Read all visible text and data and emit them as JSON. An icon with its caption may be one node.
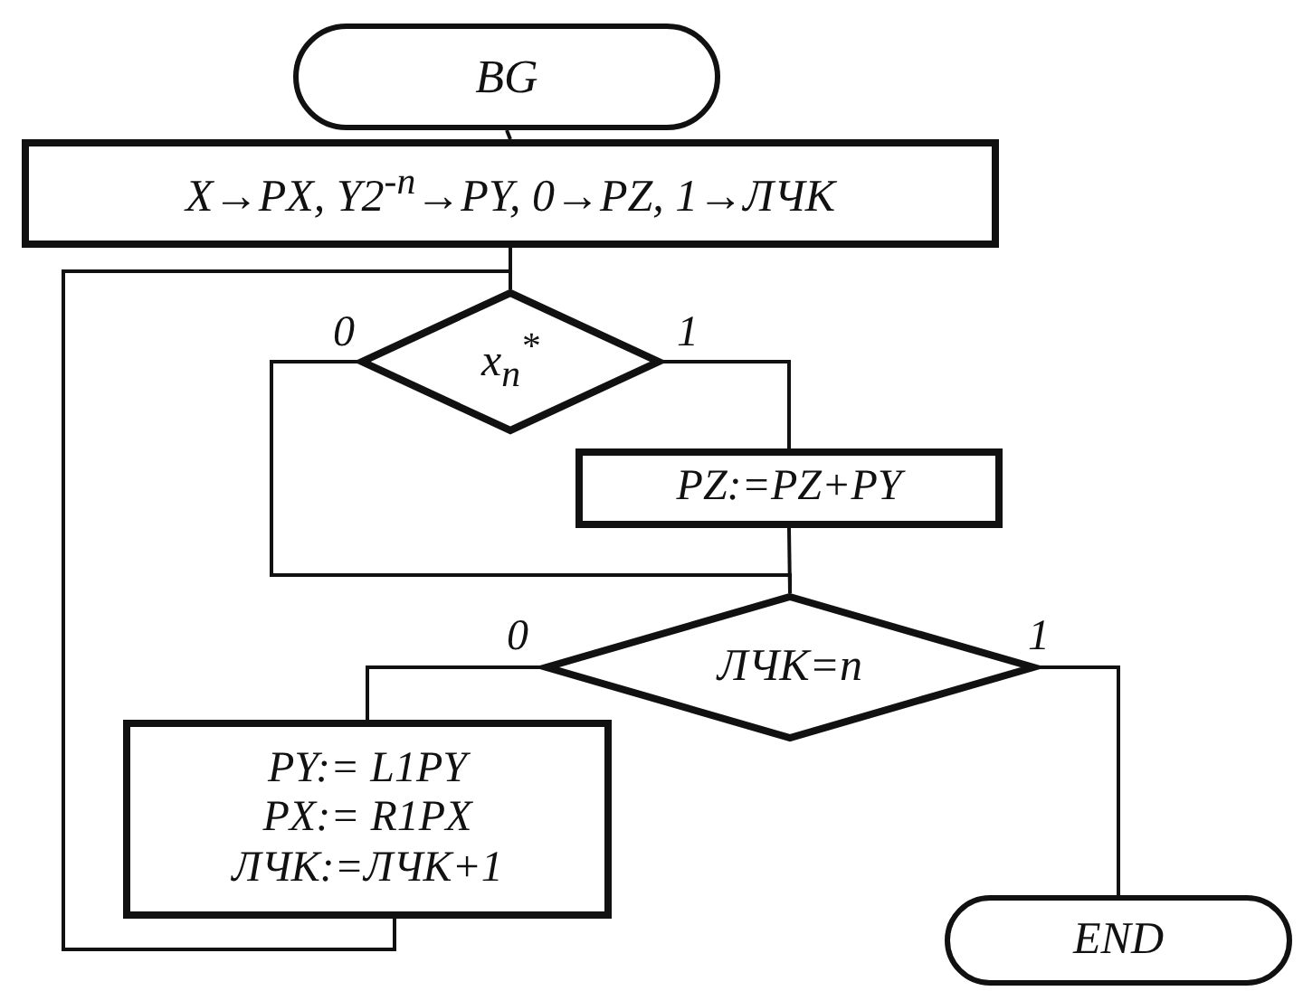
{
  "diagram": {
    "nodes": [
      {
        "text": [
          "BG"
        ]
      },
      {
        "text": [
          "X→PX, Y2$^{-n}$→PY, 0→PZ, 1→ЛЧК"
        ]
      },
      {
        "text": [
          "x$_{n}$$^{*}$"
        ]
      },
      {
        "text": [
          "PZ:=PZ+PY"
        ]
      },
      {
        "text": [
          "ЛЧК=n"
        ]
      },
      {
        "text": [
          "PY:= L1PY",
          "PX:= R1PX",
          "ЛЧК:=ЛЧК+1"
        ]
      },
      {
        "text": [
          "END"
        ]
      }
    ],
    "edges": [
      {
        "from": 0,
        "to": 1,
        "arrow": "none"
      },
      {
        "from": 1,
        "to": 2,
        "arrow": "none"
      },
      {
        "from": 2,
        "to": 3,
        "arrow": "none",
        "label": "1"
      },
      {
        "from": 2,
        "to": 4,
        "arrow": "none",
        "label": "0"
      },
      {
        "from": 3,
        "to": 4,
        "arrow": "none"
      },
      {
        "from": 4,
        "to": 5,
        "arrow": "none",
        "label": "0"
      },
      {
        "from": 4,
        "to": 6,
        "arrow": "none",
        "label": "1"
      },
      {
        "from": 5,
        "to": 2,
        "arrow": "none"
      }
    ]
  }
}
